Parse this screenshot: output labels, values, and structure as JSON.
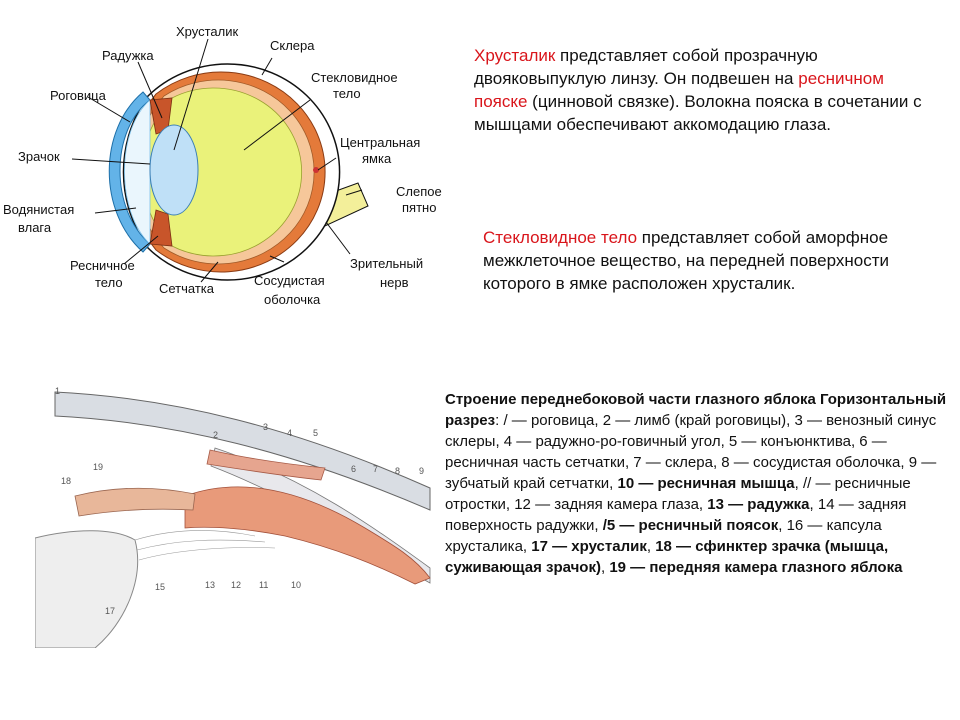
{
  "diagram_labels": {
    "lens": "Хрусталик",
    "iris": "Радужка",
    "sclera": "Склера",
    "cornea": "Роговица",
    "vitreous": [
      "Стекловидное",
      "тело"
    ],
    "fovea": [
      "Центральная",
      "ямка"
    ],
    "pupil": "Зрачок",
    "blind_spot": [
      "Слепое",
      "пятно"
    ],
    "aqueous": [
      "Водянистая",
      "влага"
    ],
    "ciliary_body": [
      "Ресничное",
      "тело"
    ],
    "retina": "Сетчатка",
    "choroid": [
      "Сосудистая",
      "оболочка"
    ],
    "optic_nerve": [
      "Зрительный",
      "нерв"
    ]
  },
  "lens_paragraph": {
    "term": "Хрусталик",
    "text1": " представляет собой прозрачную двояковыпуклую линзу. Он подвешен на ",
    "term2": "ресничном пояске",
    "text2": " (цинновой связке). Волокна пояска в сочетании с мышцами обеспечивают аккомодацию глаза."
  },
  "vitreous_paragraph": {
    "term": "Стекловидное тело",
    "text": " представляет собой аморфное межклеточное вещество, на передней поверхности которого в ямке расположен хрусталик."
  },
  "section_labels": [
    "1",
    "2",
    "3",
    "4",
    "5",
    "6",
    "7",
    "8",
    "9",
    "10",
    "11",
    "12",
    "13",
    "15",
    "17",
    "18",
    "19"
  ],
  "caption": {
    "b1": "Строение переднебоковой части глазного яблока Горизонтальный разрез",
    "t1": ": / — роговица, 2 — лимб (край роговицы), 3 — венозный синус склеры, 4 — радужно-ро-говичный угол, 5 — конъюнктива, 6 — ресничная часть сетчатки, 7 — склера, 8 — сосудистая оболочка, 9 — зубчатый край сетчатки, ",
    "b2": "10 — ресничная мышца",
    "t2": ", // — ресничные отростки, 12 — задняя камера глаза, ",
    "b3": "13 — радужка",
    "t3": ", 14 — задняя поверхность радужки, ",
    "b4": "/5 — ресничный поясок",
    "t4": ", 16 — капсула хрусталика, ",
    "b5": "17 — хрусталик",
    "t5": ", ",
    "b6": "18 — сфинктер зрачка  (мышца, суживающая зрачок)",
    "t6": ", ",
    "b7": "19 — передняя камера глазного яблока",
    "t7": ""
  }
}
